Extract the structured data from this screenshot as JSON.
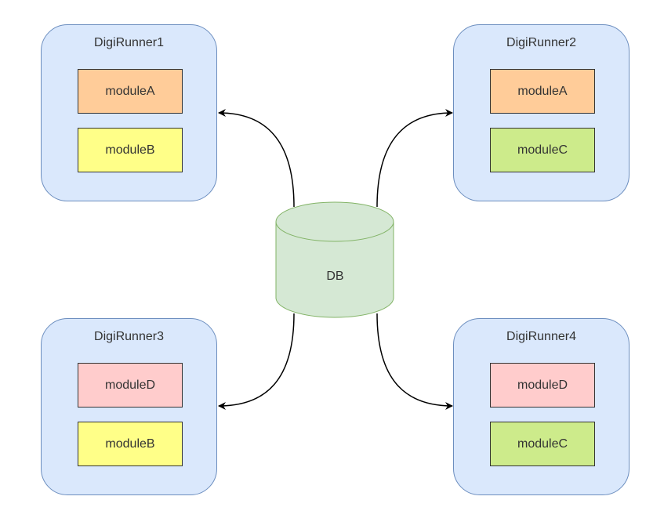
{
  "colors": {
    "runner_fill": "#dae8fc",
    "runner_stroke": "#6c8ebf",
    "db_fill": "#d5e8d4",
    "db_stroke": "#82b366"
  },
  "module_colors": {
    "moduleA": "#ffcc99",
    "moduleB": "#ffff88",
    "moduleC": "#cdeb8b",
    "moduleD": "#ffcccc"
  },
  "db": {
    "label": "DB"
  },
  "runners": [
    {
      "title": "DigiRunner1",
      "modules": [
        "moduleA",
        "moduleB"
      ]
    },
    {
      "title": "DigiRunner2",
      "modules": [
        "moduleA",
        "moduleC"
      ]
    },
    {
      "title": "DigiRunner3",
      "modules": [
        "moduleD",
        "moduleB"
      ]
    },
    {
      "title": "DigiRunner4",
      "modules": [
        "moduleD",
        "moduleC"
      ]
    }
  ],
  "connections": [
    {
      "from": "DB",
      "to": "DigiRunner1"
    },
    {
      "from": "DB",
      "to": "DigiRunner2"
    },
    {
      "from": "DB",
      "to": "DigiRunner3"
    },
    {
      "from": "DB",
      "to": "DigiRunner4"
    }
  ]
}
